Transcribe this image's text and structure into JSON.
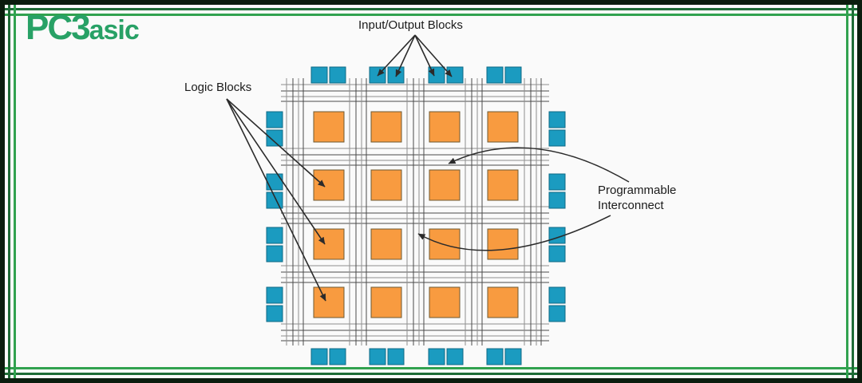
{
  "logo": {
    "part1": "PC3",
    "part2": "asic"
  },
  "labels": {
    "io_blocks": "Input/Output Blocks",
    "logic_blocks": "Logic Blocks",
    "programmable_interconnect": [
      "Programmable",
      "Interconnect"
    ]
  },
  "diagram": {
    "type": "fpga-architecture",
    "logic_block_grid": {
      "rows": 4,
      "cols": 4
    },
    "io_block_pairs_per_side": 4,
    "routing_channels": {
      "horizontal": 5,
      "vertical": 5,
      "lines_per_channel": 4
    },
    "callouts": [
      {
        "label": "io_blocks",
        "arrow_count": 4,
        "style": "straight"
      },
      {
        "label": "logic_blocks",
        "arrow_count": 3,
        "style": "straight"
      },
      {
        "label": "programmable_interconnect",
        "arrow_count": 2,
        "style": "curved"
      }
    ]
  },
  "colors": {
    "background": "#fafafa",
    "text": "#1b1b1b",
    "logo_green": "#28a166",
    "frame_outer": "#0b1d0e",
    "frame_dark_green": "#1e6b36",
    "frame_light_green": "#31a24f",
    "logic_block_fill": "#f89b40",
    "logic_block_border": "#6d5a33",
    "io_block_fill": "#1b9bc0",
    "io_block_border": "#0f6a85",
    "grid_line_dark": "#4a4a4a",
    "grid_line_light": "#8f8f8f",
    "arrow": "#2b2b2b"
  }
}
